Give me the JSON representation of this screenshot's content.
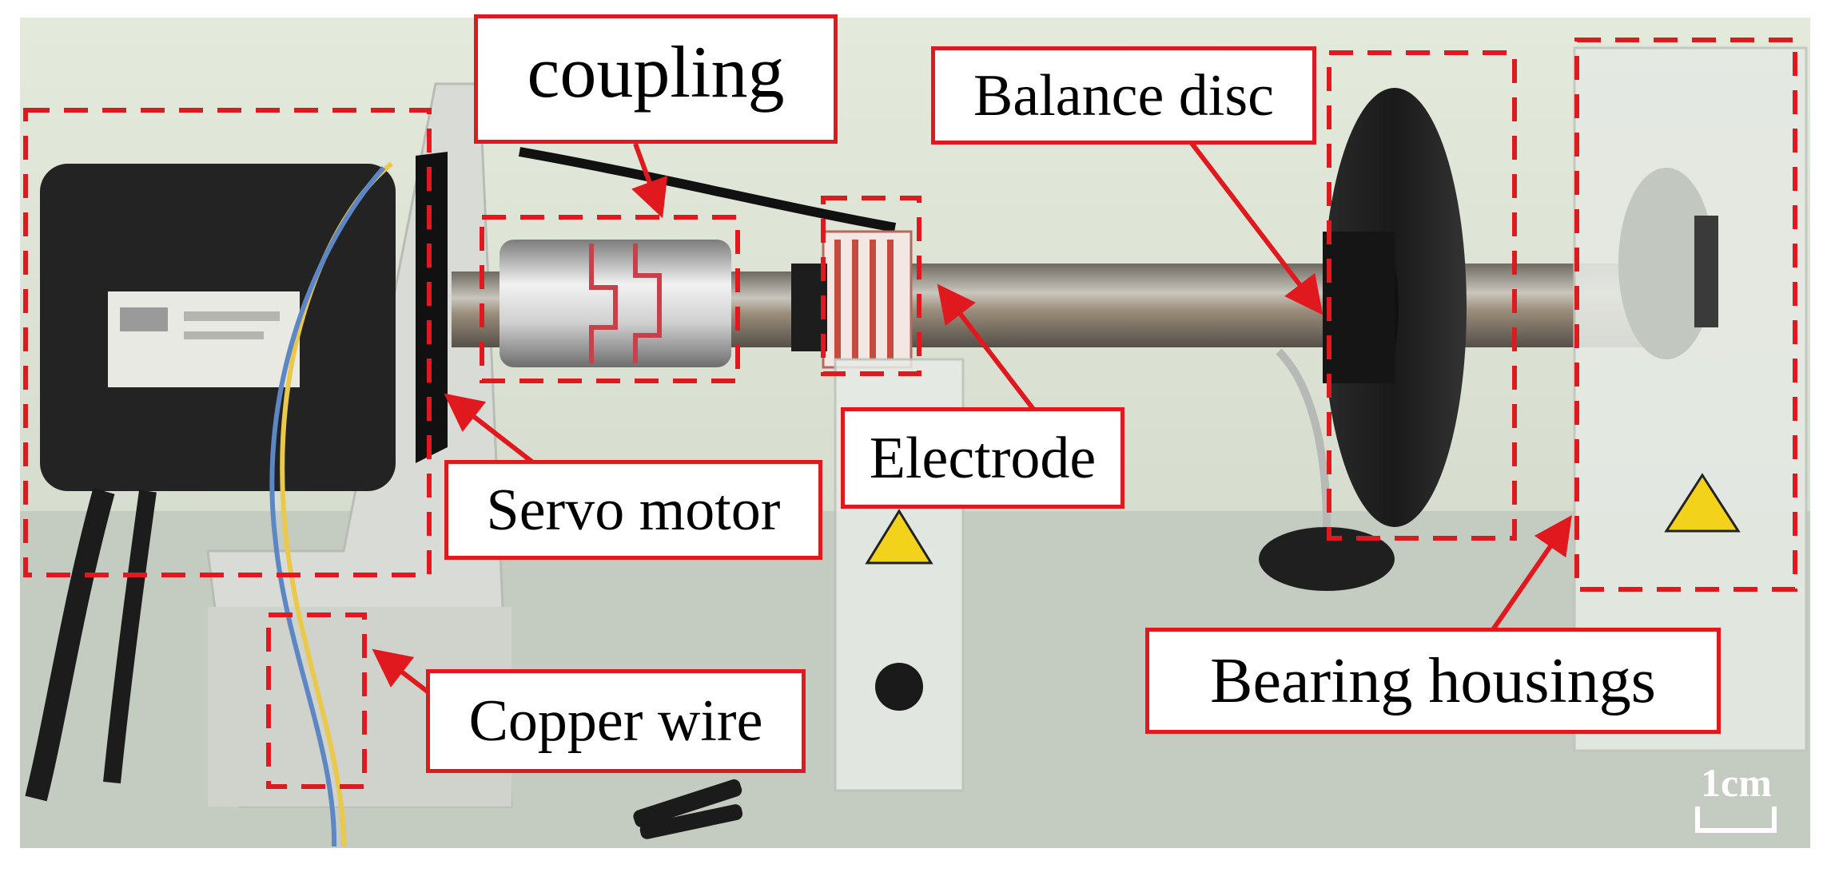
{
  "figure": {
    "labels": {
      "coupling": "coupling",
      "balance_disc": "Balance disc",
      "electrode": "Electrode",
      "servo_motor": "Servo motor",
      "copper_wire": "Copper wire",
      "bearing_housings": "Bearing housings"
    },
    "scale_bar": "1cm"
  },
  "colors": {
    "annotation_red": "#e0191e",
    "background_green": "#dfe6d6"
  }
}
